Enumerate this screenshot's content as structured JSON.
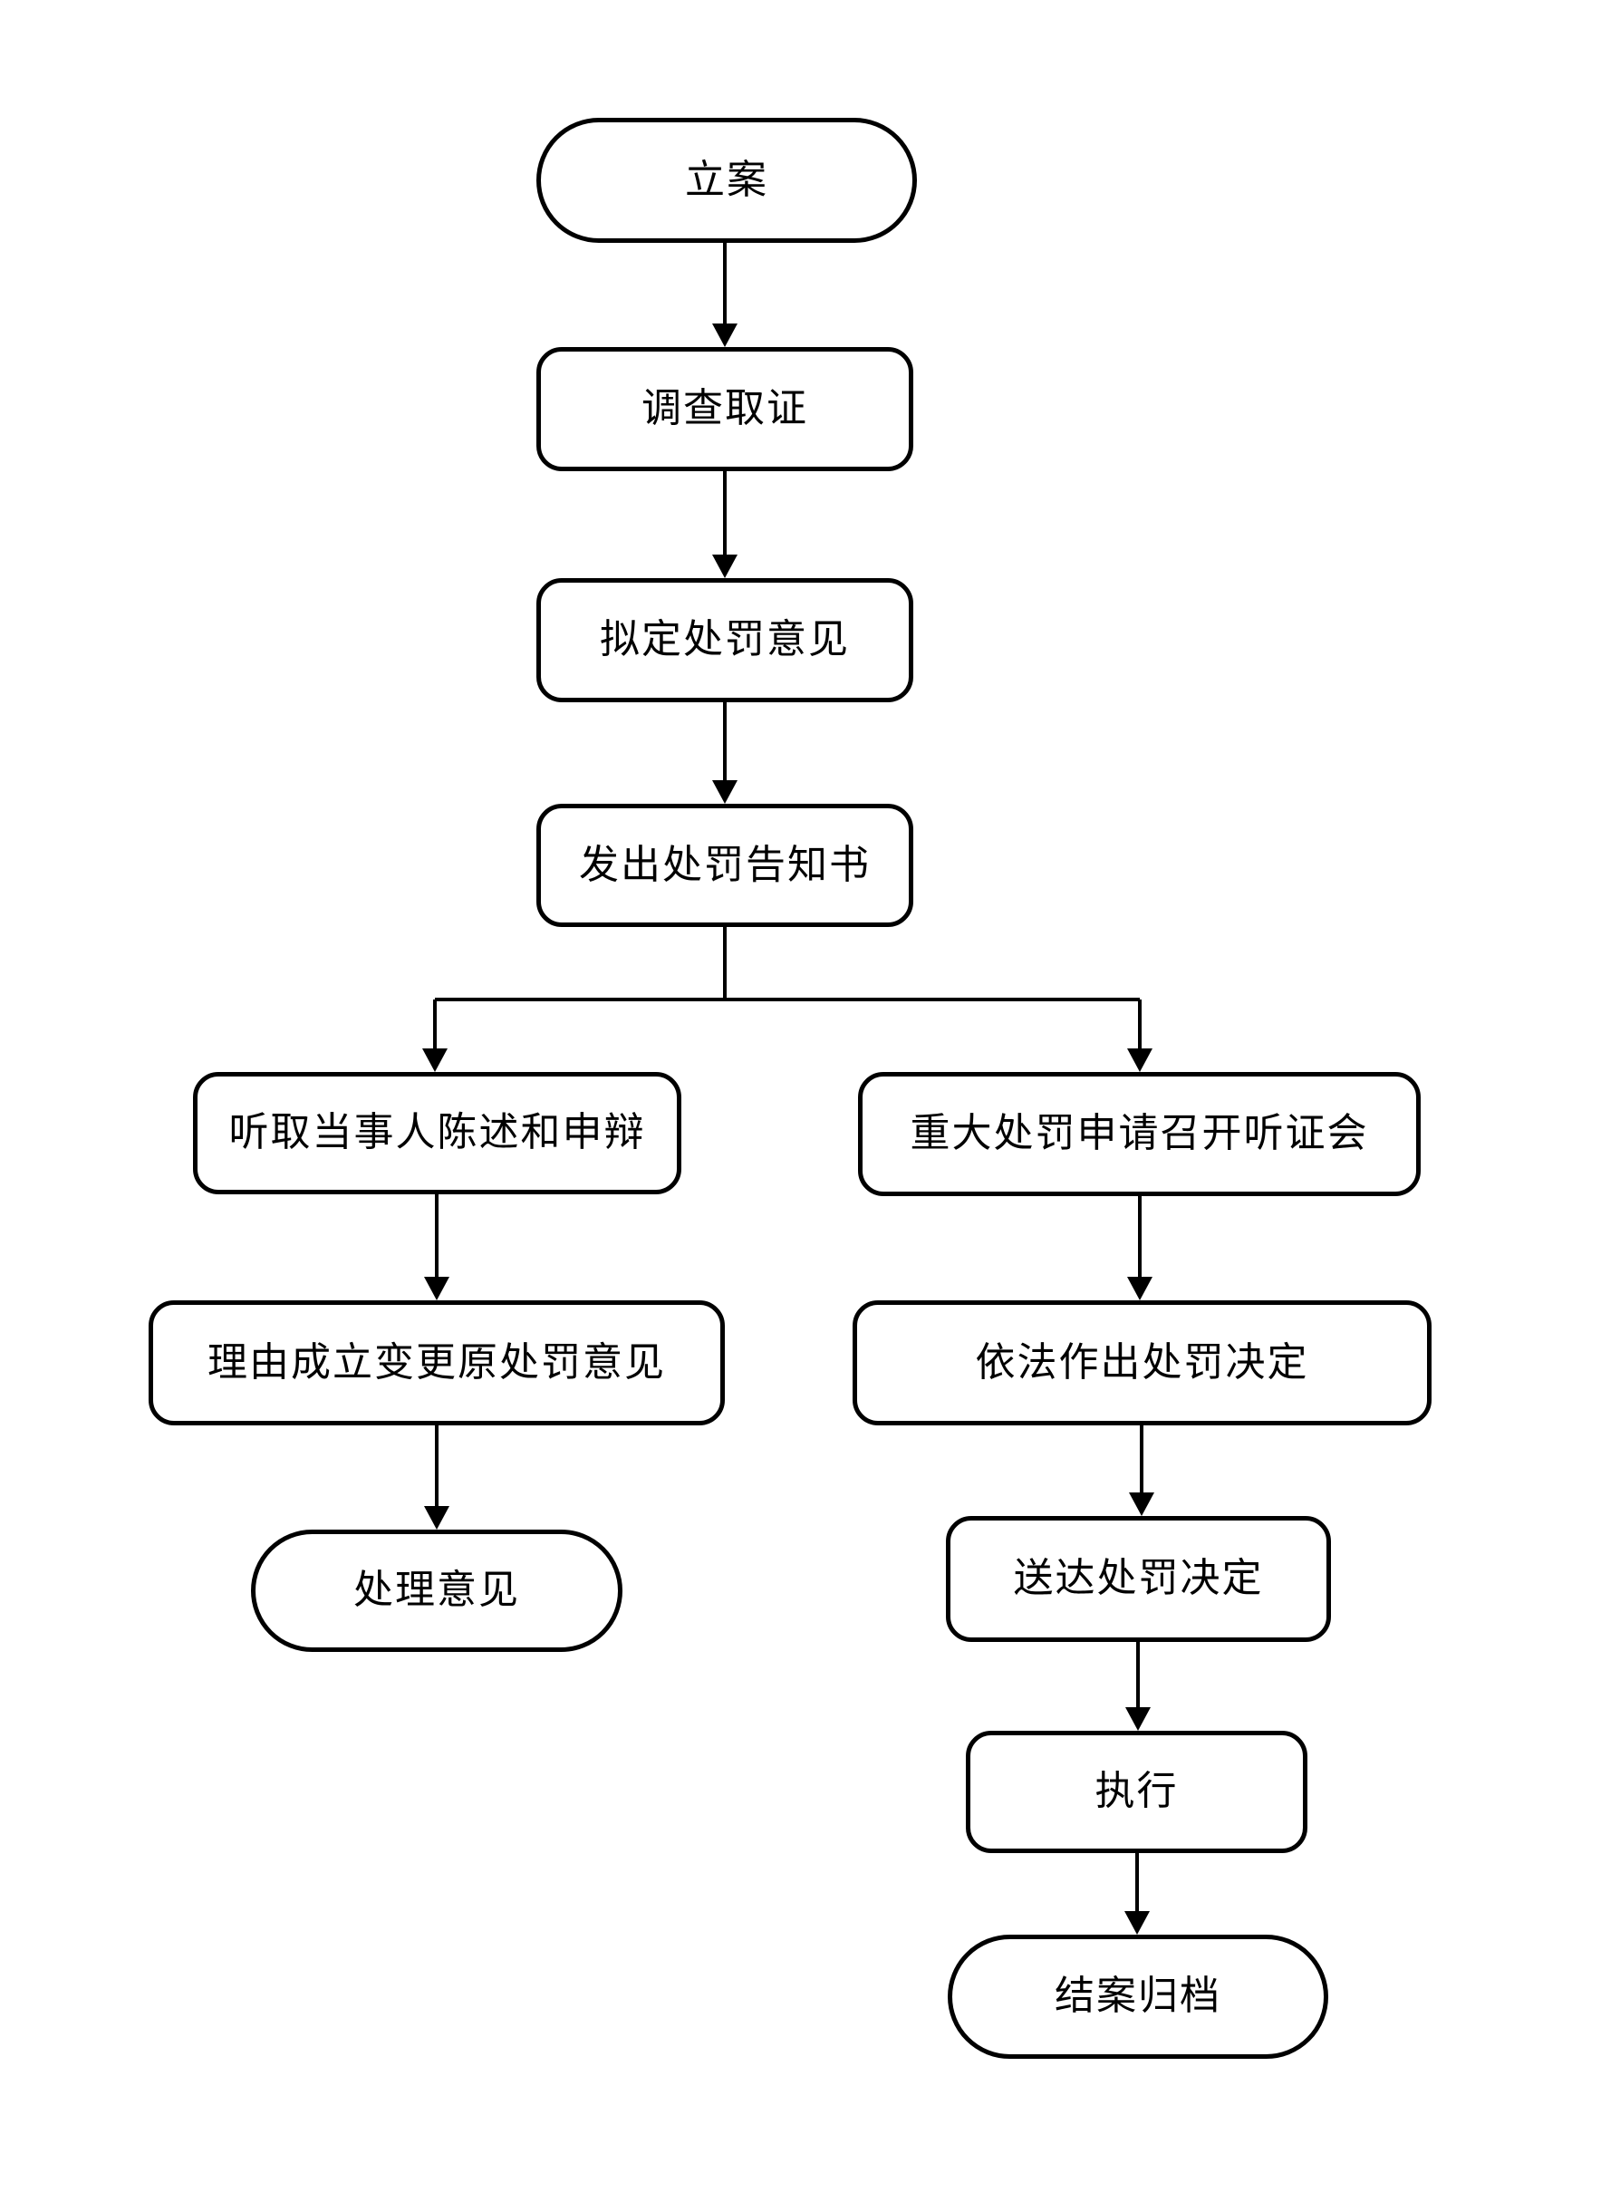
{
  "colors": {
    "stroke": "#000000",
    "background": "#ffffff",
    "text": "#000000"
  },
  "nodes": [
    {
      "id": "case-filing",
      "label": "立案",
      "shape": "stadium"
    },
    {
      "id": "investigation",
      "label": "调查取证",
      "shape": "rect"
    },
    {
      "id": "draft-penalty-opinion",
      "label": "拟定处罚意见",
      "shape": "rect"
    },
    {
      "id": "issue-penalty-notice",
      "label": "发出处罚告知书",
      "shape": "rect"
    },
    {
      "id": "hear-statement-defense",
      "label": "听取当事人陈述和申辩",
      "shape": "rect"
    },
    {
      "id": "change-original-opinion",
      "label": "理由成立变更原处罚意见",
      "shape": "rect"
    },
    {
      "id": "handling-opinion",
      "label": "处理意见",
      "shape": "stadium"
    },
    {
      "id": "major-penalty-hearing",
      "label": "重大处罚申请召开听证会",
      "shape": "rect"
    },
    {
      "id": "make-penalty-decision",
      "label": "依法作出处罚决定",
      "shape": "rect"
    },
    {
      "id": "deliver-penalty-decision",
      "label": "送达处罚决定",
      "shape": "rect"
    },
    {
      "id": "execute",
      "label": "执行",
      "shape": "rect"
    },
    {
      "id": "close-and-archive",
      "label": "结案归档",
      "shape": "stadium"
    }
  ],
  "edges": [
    {
      "from": "case-filing",
      "to": "investigation",
      "points": [
        [
          800,
          268
        ],
        [
          800,
          383
        ]
      ],
      "arrow": true
    },
    {
      "from": "investigation",
      "to": "draft-penalty-opinion",
      "points": [
        [
          800,
          520
        ],
        [
          800,
          638
        ]
      ],
      "arrow": true
    },
    {
      "from": "draft-penalty-opinion",
      "to": "issue-penalty-notice",
      "points": [
        [
          800,
          775
        ],
        [
          800,
          887
        ]
      ],
      "arrow": true
    },
    {
      "from": "issue-penalty-notice",
      "to": "branch-junction",
      "points": [
        [
          800,
          1023
        ],
        [
          800,
          1103
        ]
      ],
      "arrow": false
    },
    {
      "from": "branch-junction",
      "to": "branch-junction",
      "points": [
        [
          480,
          1103
        ],
        [
          1258,
          1103
        ]
      ],
      "arrow": false
    },
    {
      "from": "branch-junction",
      "to": "hear-statement-defense",
      "points": [
        [
          480,
          1103
        ],
        [
          480,
          1183
        ]
      ],
      "arrow": true
    },
    {
      "from": "branch-junction",
      "to": "major-penalty-hearing",
      "points": [
        [
          1258,
          1103
        ],
        [
          1258,
          1183
        ]
      ],
      "arrow": true
    },
    {
      "from": "hear-statement-defense",
      "to": "change-original-opinion",
      "points": [
        [
          482,
          1318
        ],
        [
          482,
          1435
        ]
      ],
      "arrow": true
    },
    {
      "from": "change-original-opinion",
      "to": "handling-opinion",
      "points": [
        [
          482,
          1573
        ],
        [
          482,
          1688
        ]
      ],
      "arrow": true
    },
    {
      "from": "major-penalty-hearing",
      "to": "make-penalty-decision",
      "points": [
        [
          1258,
          1320
        ],
        [
          1258,
          1435
        ]
      ],
      "arrow": true
    },
    {
      "from": "make-penalty-decision",
      "to": "deliver-penalty-decision",
      "points": [
        [
          1260,
          1573
        ],
        [
          1260,
          1673
        ]
      ],
      "arrow": true
    },
    {
      "from": "deliver-penalty-decision",
      "to": "execute",
      "points": [
        [
          1256,
          1812
        ],
        [
          1256,
          1910
        ]
      ],
      "arrow": true
    },
    {
      "from": "execute",
      "to": "close-and-archive",
      "points": [
        [
          1255,
          2045
        ],
        [
          1255,
          2135
        ]
      ],
      "arrow": true
    }
  ]
}
